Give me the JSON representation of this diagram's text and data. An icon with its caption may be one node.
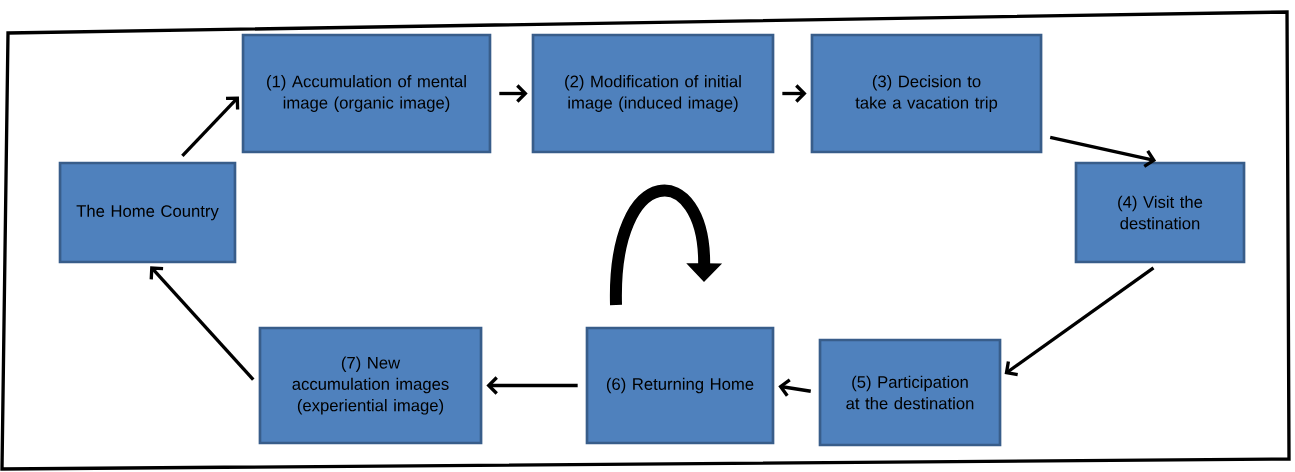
{
  "diagram": {
    "nodes": [
      {
        "text": [
          "The Home Country"
        ]
      },
      {
        "text": [
          "(1) Accumulation of mental image (organic image)"
        ]
      },
      {
        "text": [
          "(2) Modification of initial image (induced image)"
        ]
      },
      {
        "text": [
          "(3) Decision to take a vacation trip"
        ]
      },
      {
        "text": [
          "(4) Visit the destination"
        ]
      },
      {
        "text": [
          "(5) Participation at the destination"
        ]
      },
      {
        "text": [
          "(6) Returning Home"
        ]
      },
      {
        "text": [
          "(7) New accumulation images (experiential image)"
        ]
      }
    ],
    "edges": [
      {
        "from": 0,
        "to": 1,
        "arrow": "to"
      },
      {
        "from": 1,
        "to": 2,
        "arrow": "to"
      },
      {
        "from": 2,
        "to": 3,
        "arrow": "to"
      },
      {
        "from": 3,
        "to": 4,
        "arrow": "to"
      },
      {
        "from": 4,
        "to": 5,
        "arrow": "to"
      },
      {
        "from": 5,
        "to": 6,
        "arrow": "to"
      },
      {
        "from": 6,
        "to": 7,
        "arrow": "to"
      },
      {
        "from": 7,
        "to": 0,
        "arrow": "to"
      }
    ]
  }
}
